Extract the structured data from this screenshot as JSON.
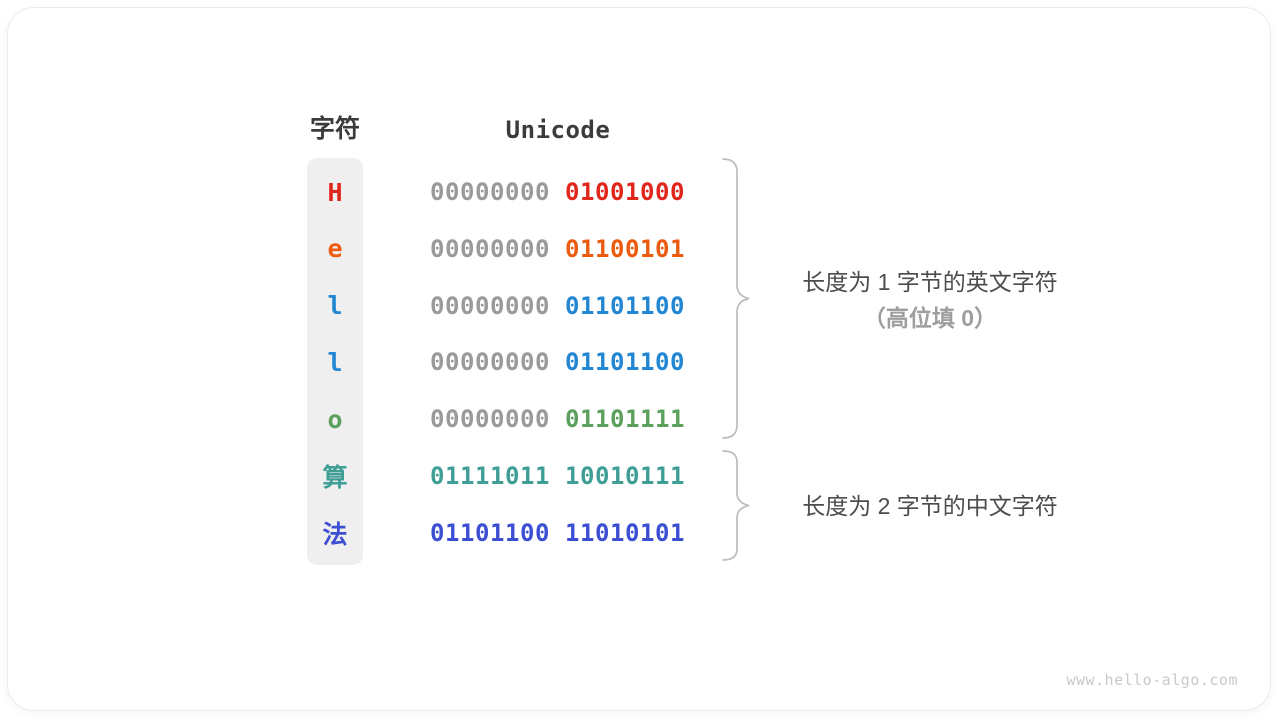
{
  "figure": {
    "headers": {
      "character": "字符",
      "unicode": "Unicode"
    },
    "rows": [
      {
        "char": "H",
        "pad": "00000000",
        "bits": "01001000",
        "color": "#e1261c"
      },
      {
        "char": "e",
        "pad": "00000000",
        "bits": "01100101",
        "color": "#ec5b0e"
      },
      {
        "char": "l",
        "pad": "00000000",
        "bits": "01101100",
        "color": "#2187d3"
      },
      {
        "char": "l",
        "pad": "00000000",
        "bits": "01101100",
        "color": "#2187d3"
      },
      {
        "char": "o",
        "pad": "00000000",
        "bits": "01101111",
        "color": "#5ba05c"
      },
      {
        "char": "算",
        "pad": "",
        "bits": "01111011 10010111",
        "color": "#3f9e95"
      },
      {
        "char": "法",
        "pad": "",
        "bits": "01101100 11010101",
        "color": "#3c4fd2"
      }
    ],
    "annotations": {
      "english_line1": "长度为 1 字节的英文字符",
      "english_line2": "（高位填 0）",
      "chinese": "长度为 2 字节的中文字符"
    },
    "watermark": "www.hello-algo.com",
    "palette": {
      "pad_gray": "#9a9a9a",
      "header_text": "#3b3b3b",
      "annotation_dark": "#4c4c4c",
      "annotation_muted": "#9e9e9e",
      "brace": "#bdbdbd",
      "char_column_bg": "#efefef",
      "watermark_gray": "#c9c9c9"
    }
  }
}
